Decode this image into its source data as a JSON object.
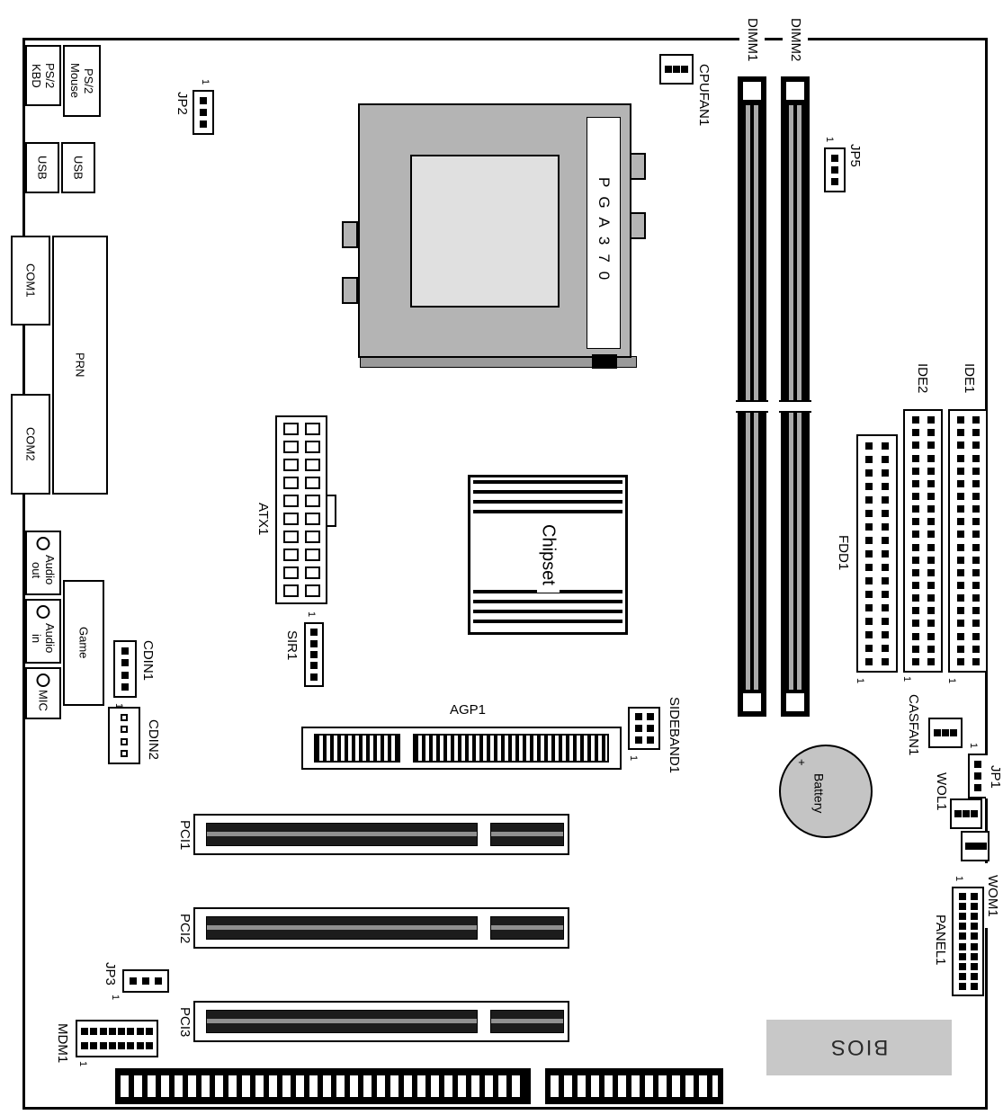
{
  "pin1": "1",
  "io_ports": {
    "ps2_kbd": "PS/2\nKBD",
    "ps2_mouse": "PS/2\nMouse",
    "usb_top": "USB",
    "usb_bottom": "USB",
    "com1": "COM1",
    "prn": "PRN",
    "com2": "COM2",
    "audio_out": "Audio\nout",
    "audio_in": "Audio\nin",
    "game": "Game",
    "mic": "MIC"
  },
  "components": {
    "jp2": {
      "label": "JP2",
      "pins": {
        "rows": 3,
        "cols": 1,
        "style": "pin-black"
      }
    },
    "cpufan1": {
      "label": "CPUFAN1",
      "pins": {
        "rows": 1,
        "cols": 3,
        "style": "pin-black"
      }
    },
    "pga370": {
      "label": "PGA370"
    },
    "dimm1": {
      "label": "DIMM1"
    },
    "dimm2": {
      "label": "DIMM2"
    },
    "jp5": {
      "label": "JP5",
      "pins": {
        "rows": 3,
        "cols": 1,
        "style": "pin-black"
      }
    },
    "atx1": {
      "label": "ATX1",
      "pins": {
        "rows": 10,
        "cols": 2,
        "style": "pin-cell"
      }
    },
    "chipset": {
      "label": "Chipset"
    },
    "sir1": {
      "label": "SIR1",
      "pins": {
        "rows": 5,
        "cols": 1,
        "style": "pin-black"
      }
    },
    "cdin1": {
      "label": "CDIN1",
      "pins": {
        "rows": 4,
        "cols": 1,
        "style": "pin-black"
      }
    },
    "cdin2": {
      "label": "CDIN2",
      "pins": {
        "rows": 4,
        "cols": 1,
        "style": "pin-white"
      }
    },
    "agp1": {
      "label": "AGP1"
    },
    "sideband1": {
      "label": "SIDEBAND1",
      "pins": {
        "rows": 3,
        "cols": 2,
        "style": "pin-black"
      }
    },
    "fdd1": {
      "label": "FDD1",
      "pins": {
        "rows": 17,
        "cols": 2,
        "style": "pin-black"
      }
    },
    "ide2": {
      "label": "IDE2",
      "pins": {
        "rows": 20,
        "cols": 2,
        "style": "pin-black"
      }
    },
    "ide1": {
      "label": "IDE1",
      "pins": {
        "rows": 20,
        "cols": 2,
        "style": "pin-black"
      }
    },
    "battery": {
      "plus": "+",
      "label": "Battery"
    },
    "casfan1": {
      "label": "CASFAN1",
      "pins": {
        "rows": 1,
        "cols": 3,
        "style": "pin-black"
      }
    },
    "jp1": {
      "label": "JP1",
      "pins": {
        "rows": 3,
        "cols": 1,
        "style": "pin-black"
      }
    },
    "wol1": {
      "label": "WOL1",
      "pins": {
        "rows": 1,
        "cols": 3,
        "style": "pin-black"
      }
    },
    "wom1": {
      "label": "WOM1",
      "pins": {
        "rows": 1,
        "cols": 3,
        "style": "pin-black"
      }
    },
    "panel1": {
      "label": "PANEL1",
      "pins": {
        "rows": 10,
        "cols": 2,
        "style": "pin-black"
      }
    },
    "pci1": {
      "label": "PCI1"
    },
    "pci2": {
      "label": "PCI2"
    },
    "pci3": {
      "label": "PCI3"
    },
    "jp3": {
      "label": "JP3",
      "pins": {
        "rows": 1,
        "cols": 3,
        "style": "pin-black"
      }
    },
    "mdm1": {
      "label": "MDM1",
      "pins": {
        "rows": 2,
        "cols": 8,
        "style": "pin-black"
      }
    },
    "bios": {
      "label": "BIOS"
    }
  },
  "colors": {
    "socket_gray": "#b4b4b4",
    "chip_gray": "#c8c8c8",
    "slot_black": "#000000",
    "background": "#ffffff"
  }
}
